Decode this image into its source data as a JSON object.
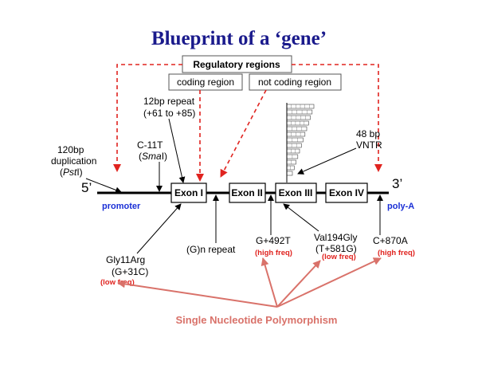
{
  "title": "Blueprint of a ‘gene’",
  "regulatory_regions": "Regulatory regions",
  "coding_region": "coding region",
  "not_coding_region": "not coding region",
  "five_prime": "5’",
  "three_prime": "3’",
  "promoter": "promoter",
  "poly_a": "poly-A",
  "exons": [
    "Exon I",
    "Exon II",
    "Exon III",
    "Exon IV"
  ],
  "variants": {
    "dup": [
      "120bp",
      "duplication",
      "(PstI)"
    ],
    "c11t": [
      "C-11T",
      "(SmaI)"
    ],
    "repeat12": [
      "12bp repeat",
      "(+61 to +85)"
    ],
    "vntr": [
      "48 bp",
      "VNTR"
    ],
    "gly11": [
      "Gly11Arg",
      "(G+31C)"
    ],
    "gn": "(G)n repeat",
    "g492": "G+492T",
    "val194": [
      "Val194Gly",
      "(T+581G)"
    ],
    "c870": "C+870A"
  },
  "freq": {
    "low": "(low freq)",
    "high": "(high freq)"
  },
  "snp_label": "Single Nucleotide Polymorphism",
  "colors": {
    "title": "#1a1a8c",
    "dashed_arrow": "#e0231f",
    "blue_labels": "#1a2fd6",
    "snp": "#d9726a"
  }
}
